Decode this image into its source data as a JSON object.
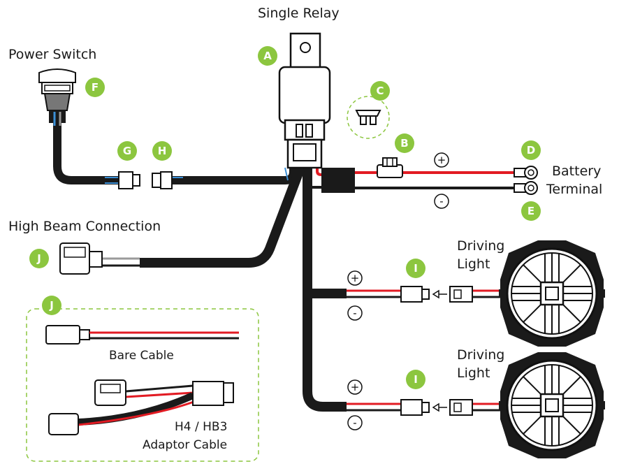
{
  "colors": {
    "badge": "#8cc63f",
    "wire_red": "#e21b23",
    "wire_black": "#1a1a1a",
    "wire_blue": "#3b8fd6",
    "outline": "#111111",
    "dashed": "#8cc63f"
  },
  "labels": {
    "single_relay": "Single Relay",
    "power_switch": "Power Switch",
    "battery": "Battery",
    "terminal": "Terminal",
    "high_beam": "High Beam Connection",
    "driving_1": "Driving",
    "light_1": "Light",
    "driving_2": "Driving",
    "light_2": "Light",
    "bare_cable": "Bare Cable",
    "h4_hb3": "H4 / HB3",
    "adaptor_cable": "Adaptor Cable"
  },
  "badges": {
    "a": "A",
    "b": "B",
    "c": "C",
    "d": "D",
    "e": "E",
    "f": "F",
    "g": "G",
    "h": "H",
    "i1": "I",
    "i2": "I",
    "j1": "J",
    "j2": "J"
  },
  "signs": {
    "battery_plus": "+",
    "battery_minus": "-",
    "light1_plus": "+",
    "light1_minus": "-",
    "light2_plus": "+",
    "light2_minus": "-"
  },
  "icons": [
    "relay-icon",
    "fuse-icon",
    "switch-icon",
    "ring-terminal-icon",
    "connector-icon",
    "driving-light-icon",
    "plug-icon"
  ]
}
